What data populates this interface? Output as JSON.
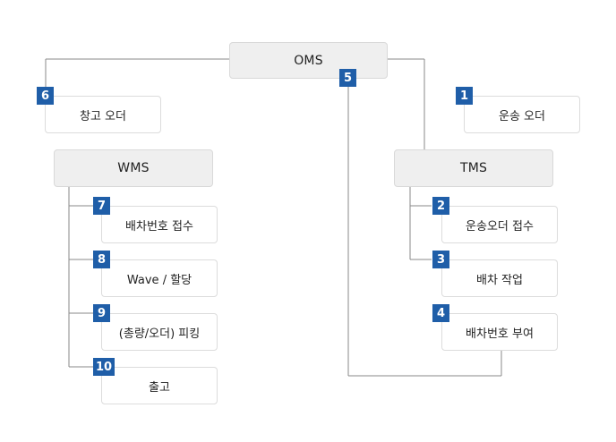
{
  "accent_color": "#1f5ea8",
  "nodes": {
    "oms": {
      "label": "OMS"
    },
    "wms": {
      "label": "WMS"
    },
    "tms": {
      "label": "TMS"
    },
    "warehouse_order": {
      "label": "창고 오더",
      "step": "6"
    },
    "transport_order": {
      "label": "운송 오더",
      "step": "1"
    },
    "oms_step": {
      "step": "5"
    },
    "wms_children": [
      {
        "label": "배차번호 접수",
        "step": "7"
      },
      {
        "label": "Wave / 할당",
        "step": "8"
      },
      {
        "label": "(총량/오더) 피킹",
        "step": "9"
      },
      {
        "label": "출고",
        "step": "10"
      }
    ],
    "tms_children": [
      {
        "label": "운송오더 접수",
        "step": "2"
      },
      {
        "label": "배차 작업",
        "step": "3"
      },
      {
        "label": "배차번호 부여",
        "step": "4"
      }
    ]
  }
}
